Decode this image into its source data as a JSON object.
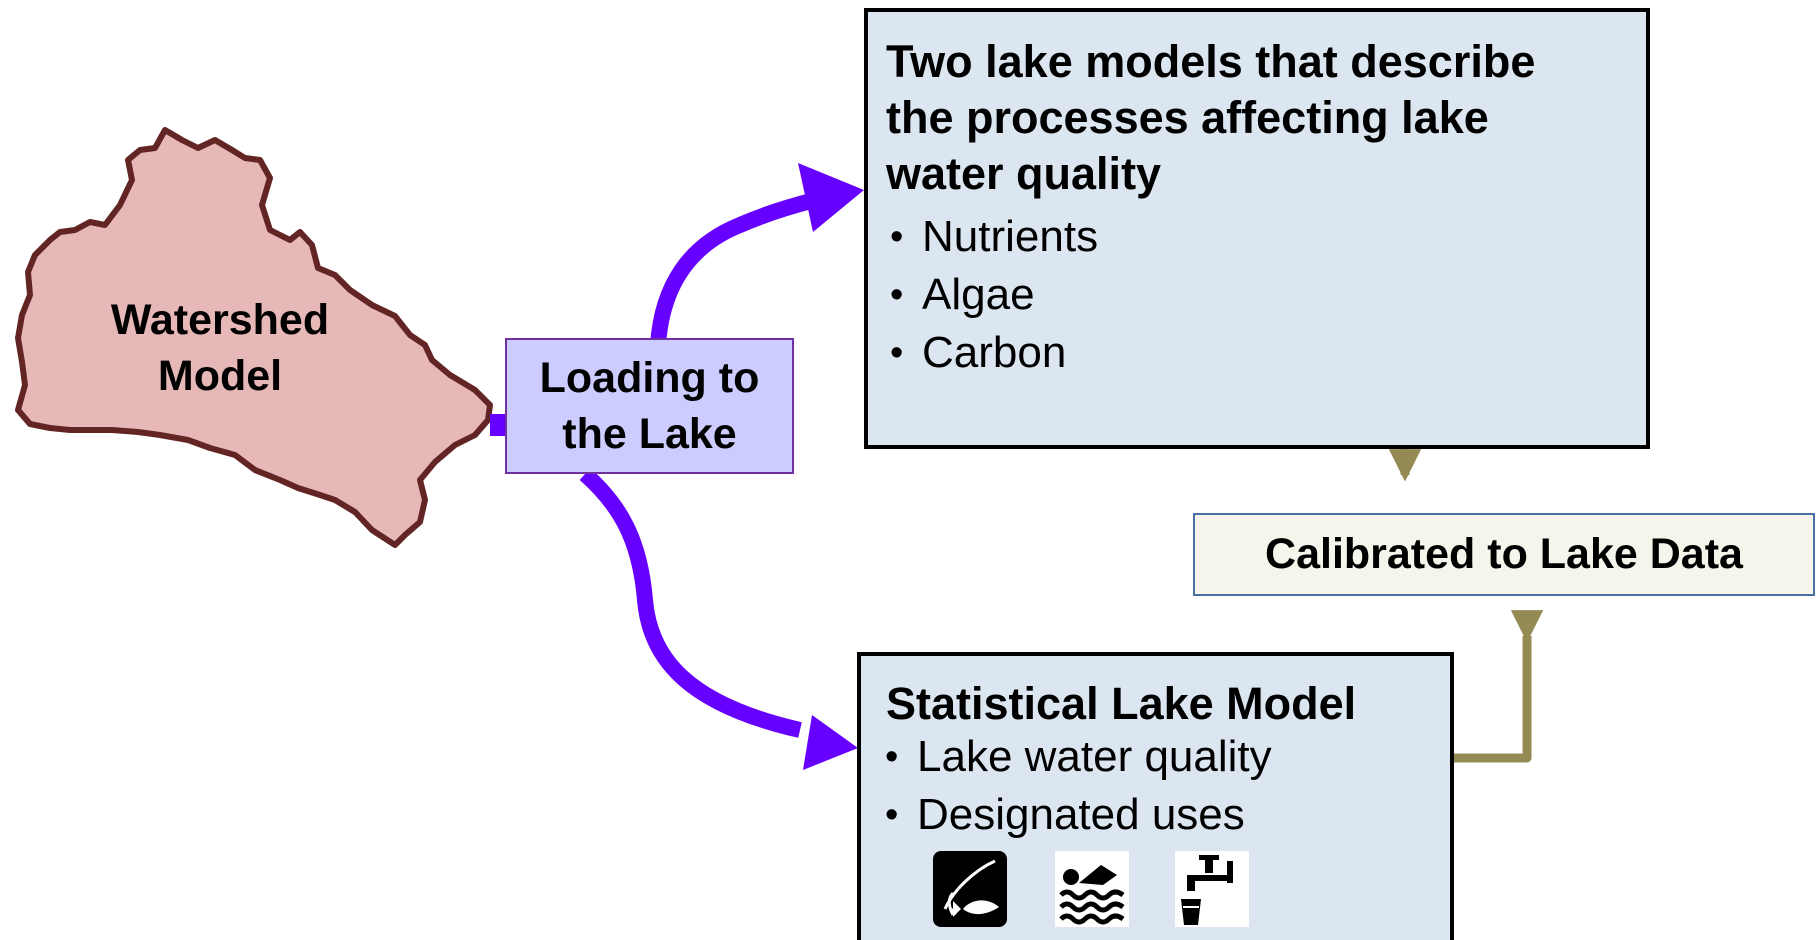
{
  "watershed": {
    "label": "Watershed Model"
  },
  "loading": {
    "label": "Loading to the Lake"
  },
  "lake_models": {
    "title": "Two lake models that describe the processes affecting lake water quality",
    "bullets": [
      "Nutrients",
      "Algae",
      "Carbon"
    ]
  },
  "calibrated": {
    "label": "Calibrated to Lake Data"
  },
  "statistical_model": {
    "title": "Statistical Lake Model",
    "bullets": [
      "Lake water quality",
      "Designated uses"
    ],
    "use_icons": [
      "fishing-icon",
      "swimming-icon",
      "drinking-water-tap-icon"
    ]
  },
  "bullet_glyph": "•",
  "colors": {
    "box_fill": "#dce6f1",
    "loading_fill": "#ccccff",
    "arrow_purple": "#6600ff",
    "connector_olive": "#948a54",
    "watershed_fill": "#e6b8b7",
    "watershed_outline": "#632523",
    "lake_shape": "#2a5a96",
    "calibrated_fill": "#f5f5eb"
  }
}
